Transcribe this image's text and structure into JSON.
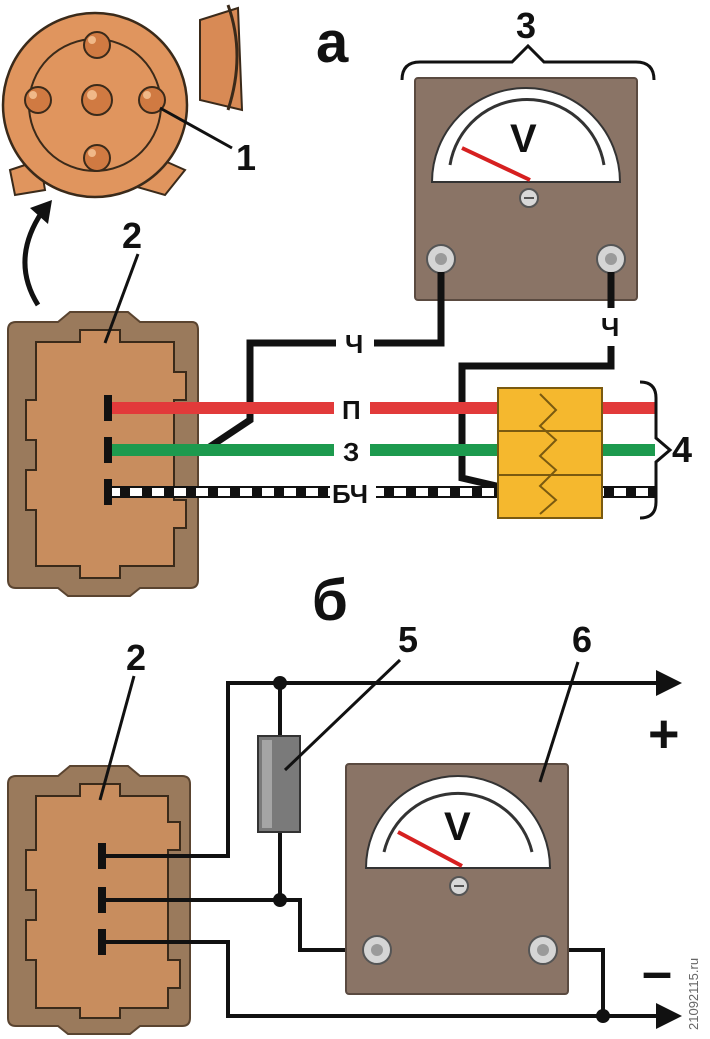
{
  "section_labels": {
    "a": "а",
    "b": "б"
  },
  "callouts": {
    "distributor_cap": "1",
    "connector_top": "2",
    "voltmeter_top": "3",
    "connector_block": "4",
    "connector_bottom": "2",
    "resistor": "5",
    "voltmeter_bottom": "6"
  },
  "wire_labels": {
    "black_1": "Ч",
    "black_2": "Ч",
    "red": "П",
    "green": "З",
    "white_black": "БЧ"
  },
  "voltmeter_symbol": "V",
  "polarity": {
    "plus": "+",
    "minus": "–"
  },
  "watermark": "21092115.ru",
  "colors": {
    "connector_body": "#c88d5e",
    "connector_border": "#9a7a5c",
    "voltmeter_case": "#8a7466",
    "cap": "#e0955e",
    "wire_red": "#e23a3a",
    "wire_green": "#1d9a4e",
    "block_yellow": "#f5b82e"
  }
}
